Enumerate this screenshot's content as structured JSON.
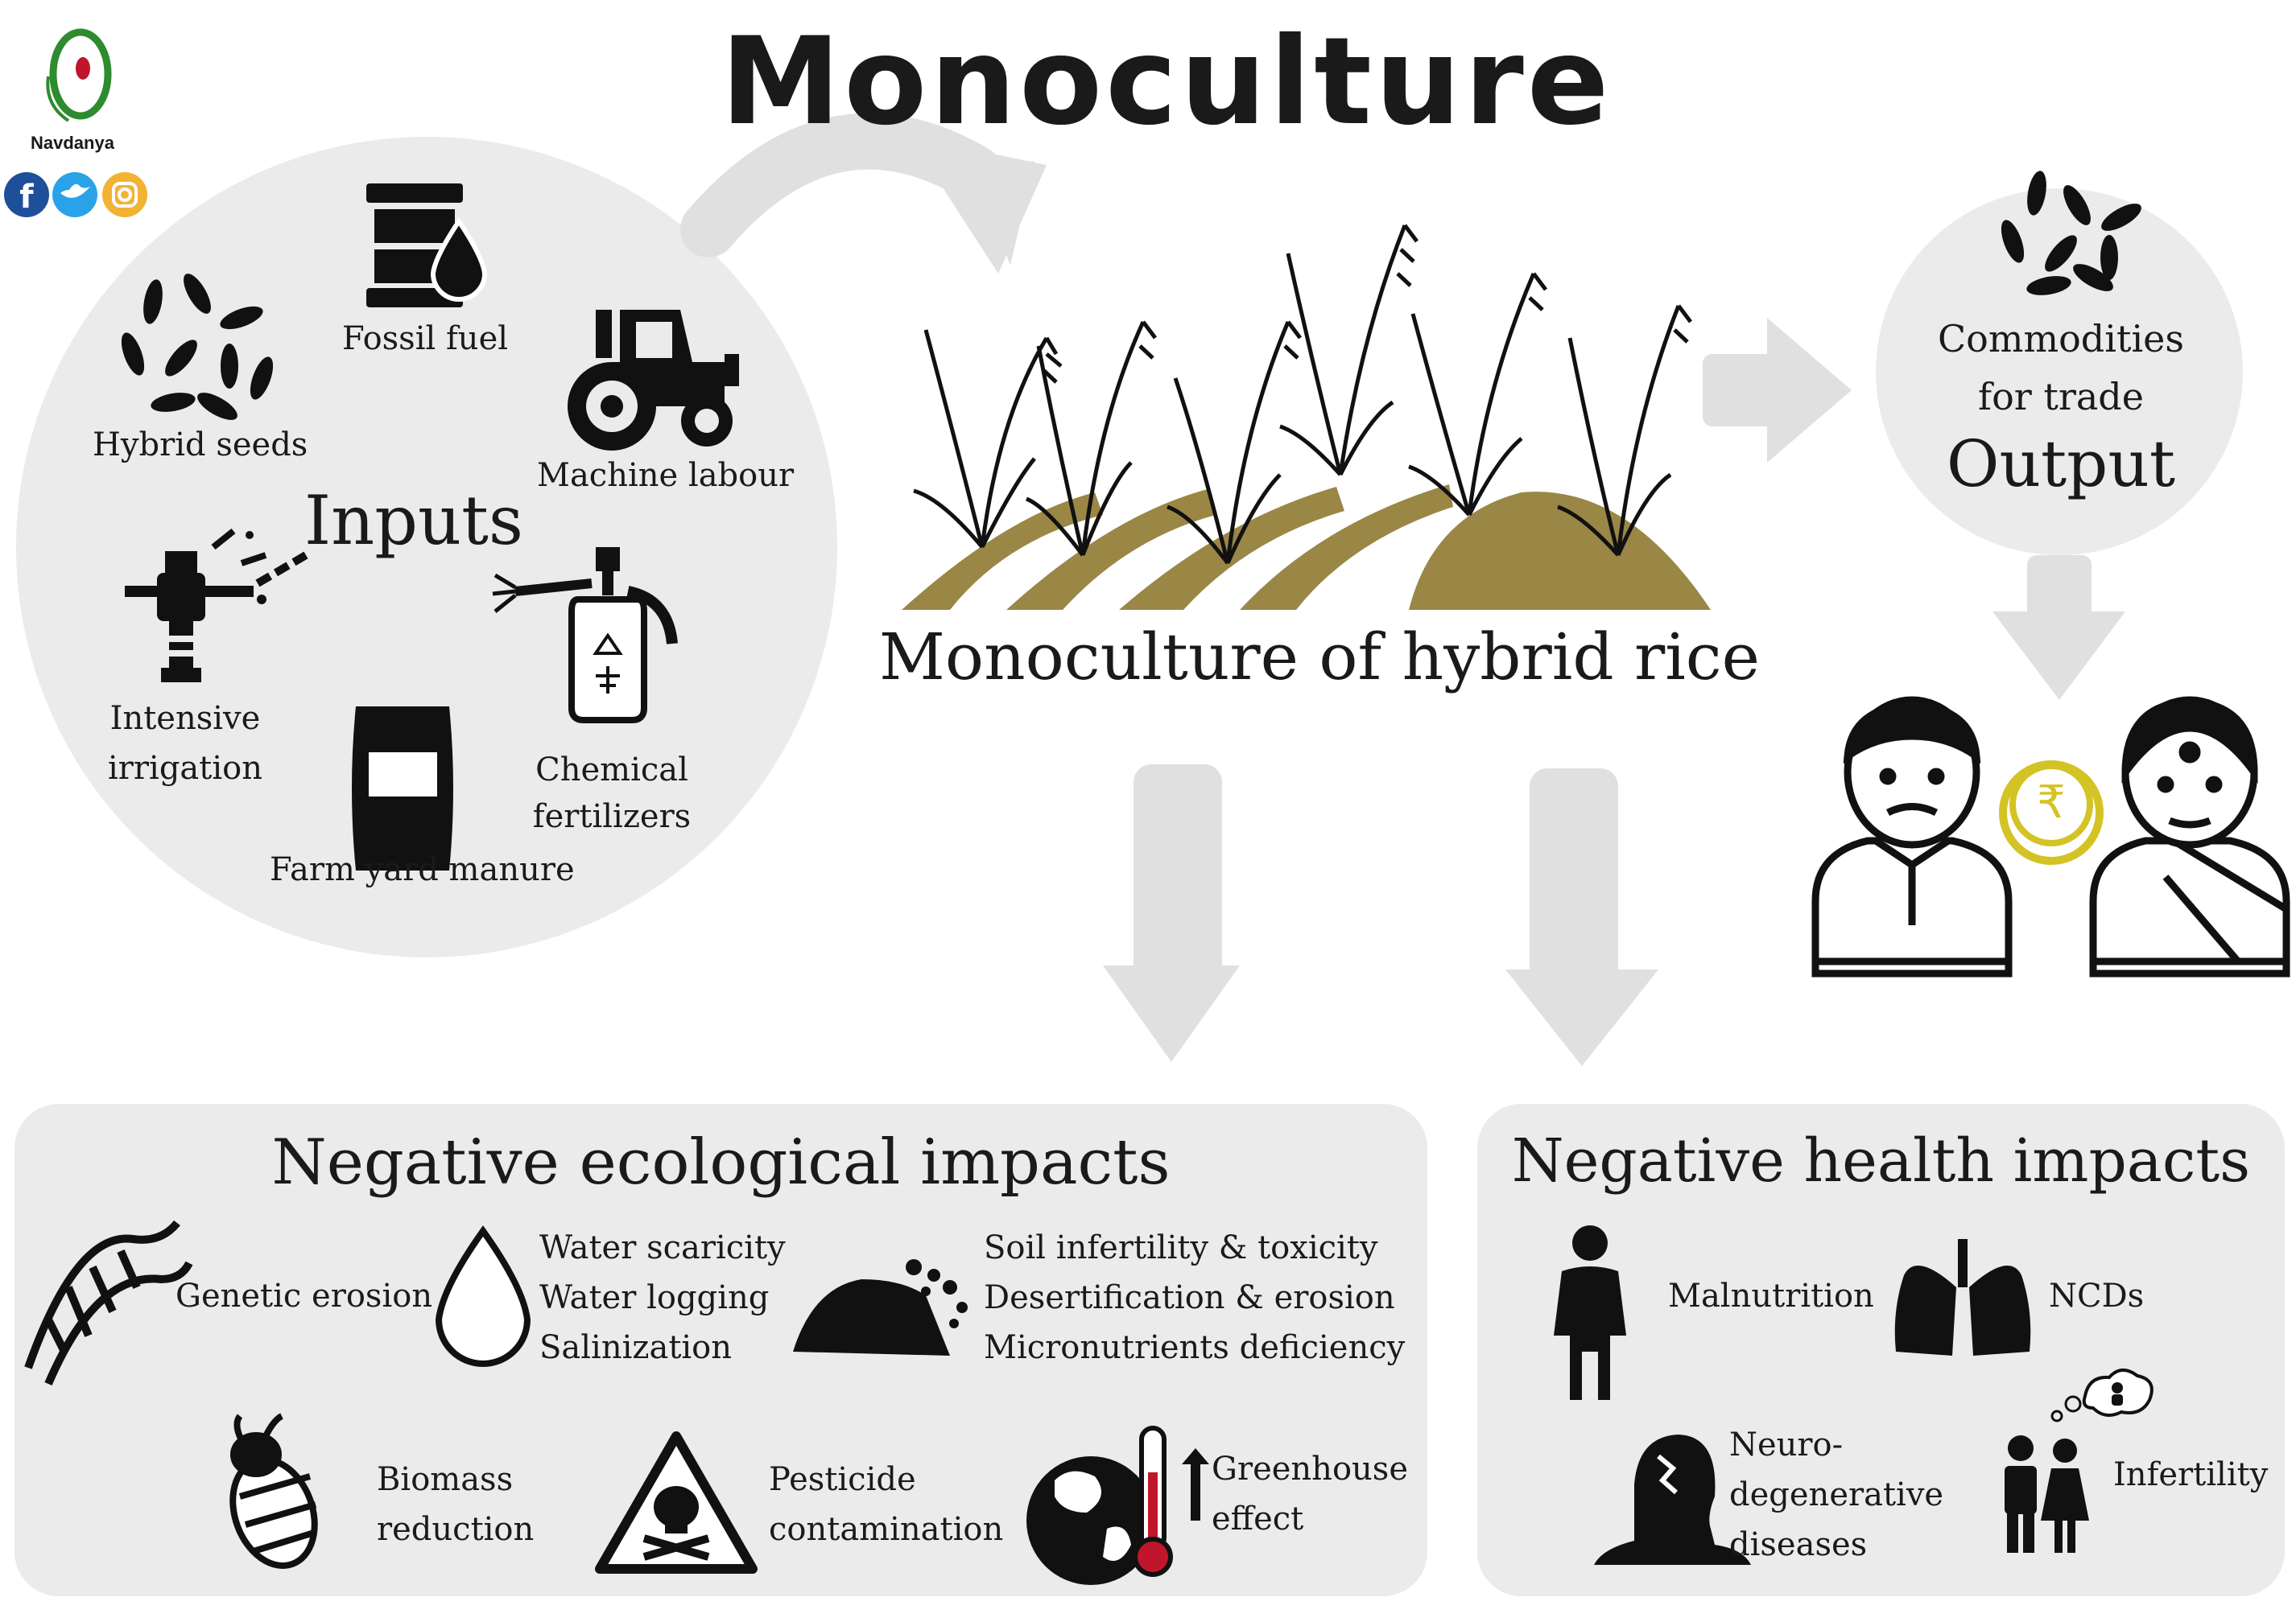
{
  "brand": {
    "name": "Navdanya"
  },
  "title": "Monoculture",
  "inputs": {
    "heading": "Inputs",
    "items": {
      "hybrid_seeds": "Hybrid seeds",
      "fossil_fuel": "Fossil fuel",
      "machine_labour": "Machine labour",
      "intensive_irrigation": [
        "Intensive",
        "irrigation"
      ],
      "chemical_fertilizers": [
        "Chemical",
        "fertilizers"
      ],
      "farm_yard_manure": "Farm yard manure"
    }
  },
  "center": {
    "caption": "Monoculture of hybrid rice"
  },
  "output": {
    "lines": [
      "Commodities",
      "for trade"
    ],
    "heading": "Output",
    "currency_symbol": "₹"
  },
  "ecological": {
    "heading": "Negative ecological impacts",
    "genetic_erosion": "Genetic erosion",
    "water": [
      "Water scaricity",
      "Water logging",
      "Salinization"
    ],
    "soil": [
      "Soil infertility & toxicity",
      "Desertification & erosion",
      "Micronutrients deficiency"
    ],
    "biomass": [
      "Biomass",
      "reduction"
    ],
    "pesticide": [
      "Pesticide",
      "contamination"
    ],
    "greenhouse": [
      "Greenhouse",
      "effect"
    ]
  },
  "health": {
    "heading": "Negative health impacts",
    "malnutrition": "Malnutrition",
    "ncds": "NCDs",
    "neuro": [
      "Neuro-",
      "degenerative",
      "diseases"
    ],
    "infertility": "Infertility"
  },
  "colors": {
    "panel": "#ebebeb",
    "arrow": "#e0e0e0",
    "soil": "#9a8746",
    "coin": "#d4c324",
    "accent_red": "#c0162c"
  }
}
